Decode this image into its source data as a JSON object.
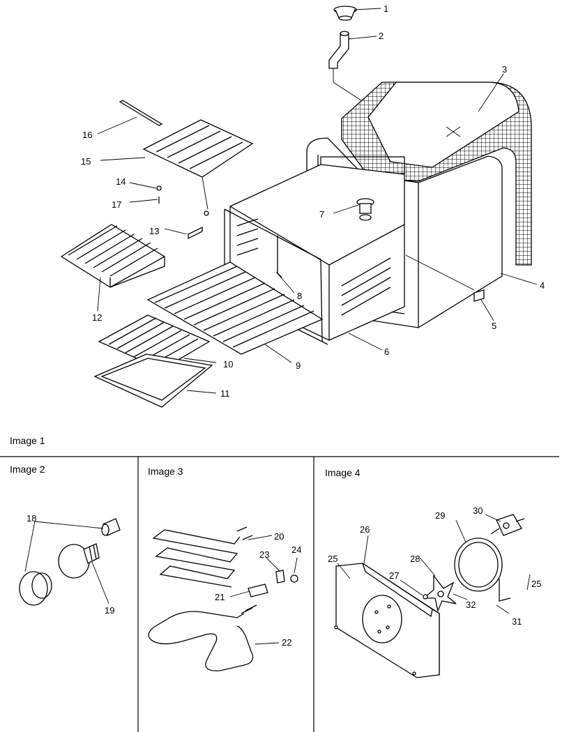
{
  "panels": [
    {
      "id": "image1",
      "label": "Image 1"
    },
    {
      "id": "image2",
      "label": "Image 2"
    },
    {
      "id": "image3",
      "label": "Image 3"
    },
    {
      "id": "image4",
      "label": "Image 4"
    }
  ],
  "callouts": {
    "c1": "1",
    "c2": "2",
    "c3": "3",
    "c4": "4",
    "c5": "5",
    "c6": "6",
    "c7": "7",
    "c8": "8",
    "c9": "9",
    "c10": "10",
    "c11": "11",
    "c12": "12",
    "c13": "13",
    "c14": "14",
    "c15": "15",
    "c16": "16",
    "c17": "17",
    "c18": "18",
    "c19": "19",
    "c20": "20",
    "c21": "21",
    "c22": "22",
    "c23": "23",
    "c24": "24",
    "c25a": "25",
    "c25b": "25",
    "c26": "26",
    "c27": "27",
    "c28": "28",
    "c29": "29",
    "c30": "30",
    "c31": "31",
    "c32": "32"
  }
}
